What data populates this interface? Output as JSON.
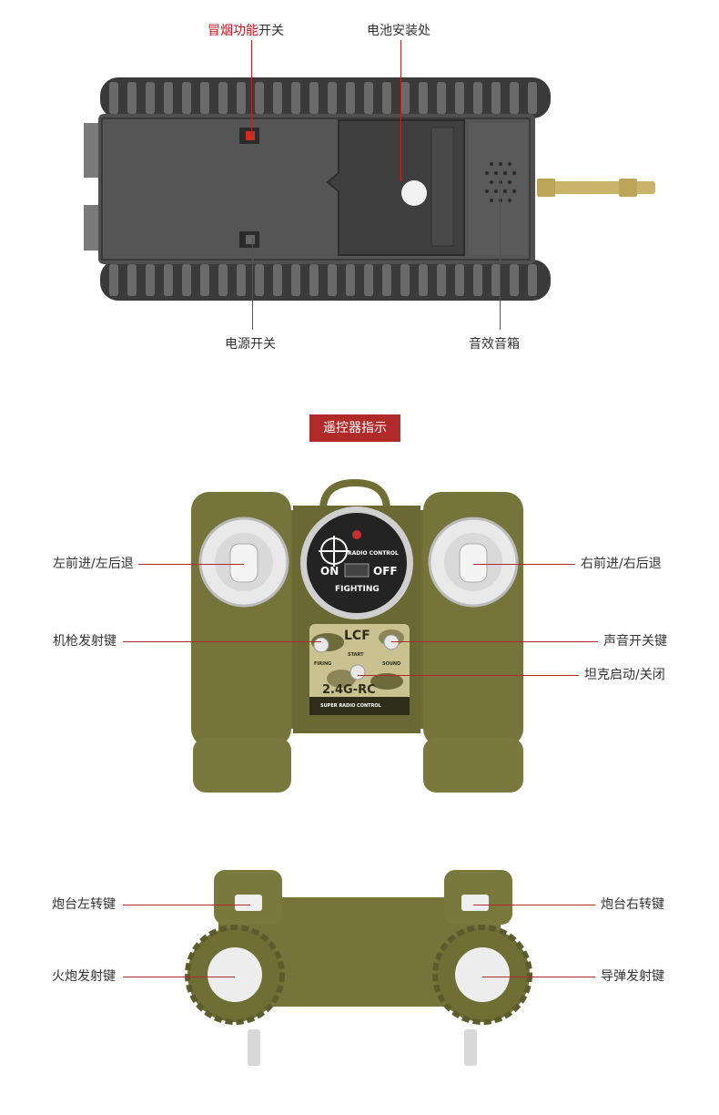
{
  "tank_section": {
    "smoke_switch_label_red": "冒烟功能",
    "smoke_switch_label_rest": "开关",
    "battery_label": "电池安装处",
    "power_switch_label": "电源开关",
    "speaker_label": "音效音箱"
  },
  "remote_section": {
    "title": "遥控器指示",
    "left_stick_label": "左前进/左后退",
    "right_stick_label": "右前进/右后退",
    "mg_fire_label": "机枪发射键",
    "sound_switch_label": "声音开关键",
    "tank_power_label": "坦克启动/关闭",
    "panel": {
      "radio_control": "RADIO CONTROL",
      "on": "ON",
      "off": "OFF",
      "fighting": "FIGHTING",
      "brand": "LCF",
      "start": "START",
      "firing": "FIRING",
      "sound": "SOUND",
      "model": "2.4G-RC",
      "super": "SUPER RADIO CONTROL"
    }
  },
  "remote_top_section": {
    "turret_left_label": "炮台左转键",
    "turret_right_label": "炮台右转键",
    "cannon_fire_label": "火炮发射键",
    "missile_fire_label": "导弹发射键"
  },
  "colors": {
    "accent": "#b02a2a",
    "olive": "#6f6e35",
    "tank_dark": "#4a4a4a"
  }
}
